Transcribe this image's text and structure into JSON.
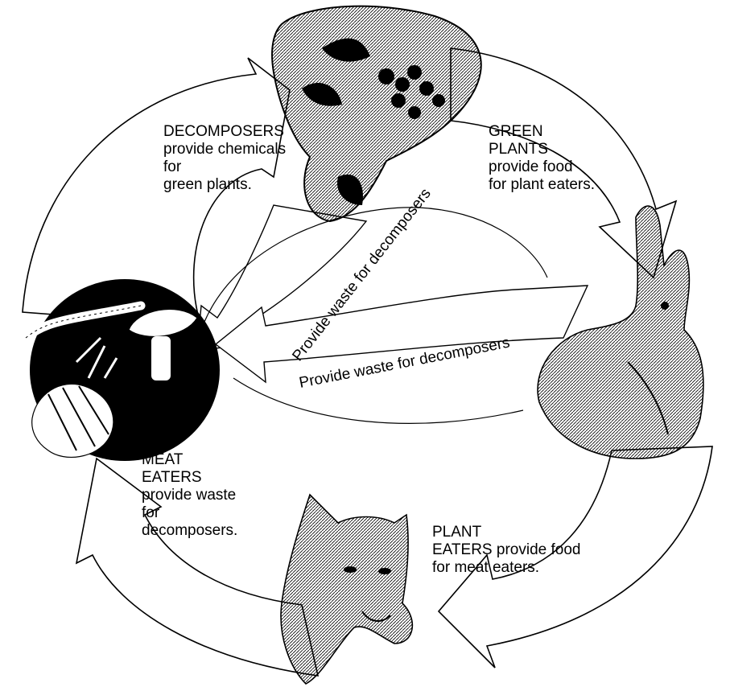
{
  "labels": {
    "decomposers": [
      "DECOMPOSERS",
      "provide chemicals",
      "for",
      "green plants."
    ],
    "green_plants": [
      "GREEN",
      "PLANTS",
      "provide food",
      "for plant eaters."
    ],
    "plant_eaters": [
      "PLANT",
      "EATERS provide food",
      "for meat eaters."
    ],
    "meat_eaters": [
      "MEAT",
      "EATERS",
      "provide waste",
      "for",
      "decomposers."
    ]
  },
  "inner_arrows": {
    "waste_from_plants": "Provide waste for decomposers",
    "waste_from_plant_eaters": "Provide waste for decomposers"
  },
  "illustrations": {
    "plants": "leafy-plant-illustration",
    "rabbit": "rabbit-illustration",
    "fox": "fox-illustration",
    "decomposers": "worm-mushroom-grub-illustration"
  }
}
